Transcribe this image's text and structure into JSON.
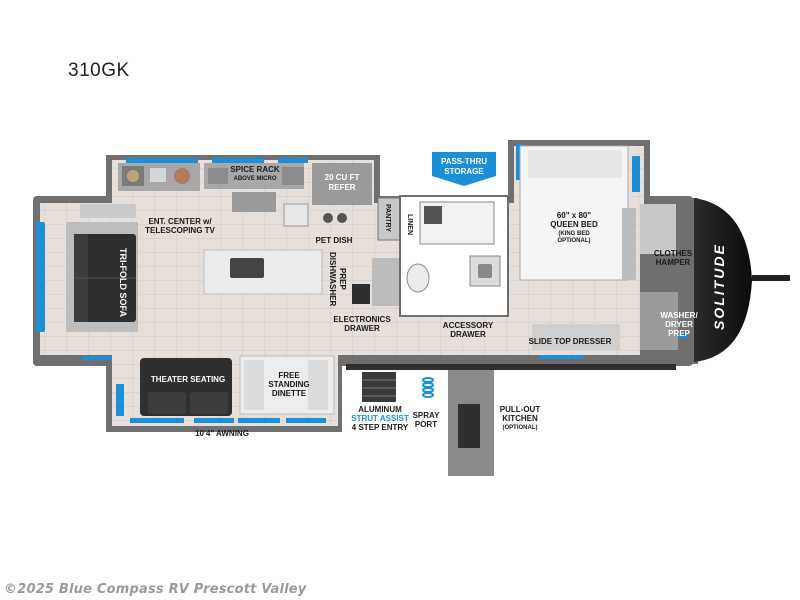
{
  "model": "310GK",
  "labels": {
    "pass_thru_storage_line1": "PASS-THRU",
    "pass_thru_storage_line2": "STORAGE",
    "spice_rack_line1": "SPICE RACK",
    "spice_rack_line2": "ABOVE MICRO",
    "refer_line1": "20 CU FT",
    "refer_line2": "REFER",
    "ent_center_line1": "ENT. CENTER w/",
    "ent_center_line2": "TELESCOPING TV",
    "pet_dish": "PET DISH",
    "pantry": "PANTRY",
    "linen": "LINEN",
    "dishwasher_line1": "DISHWASHER",
    "dishwasher_line2": "PREP",
    "electronics_line1": "ELECTRONICS",
    "electronics_line2": "DRAWER",
    "accessory_line1": "ACCESSORY",
    "accessory_line2": "DRAWER",
    "queen_bed_line1": "60\" x 80\"",
    "queen_bed_line2": "QUEEN BED",
    "queen_bed_line3": "(KING BED",
    "queen_bed_line4": "OPTIONAL)",
    "clothes_hamper_line1": "CLOTHES",
    "clothes_hamper_line2": "HAMPER",
    "washer_dryer_line1": "WASHER/",
    "washer_dryer_line2": "DRYER",
    "washer_dryer_line3": "PREP",
    "slide_top_dresser": "SLIDE TOP DRESSER",
    "tri_fold_sofa": "TRI-FOLD SOFA",
    "theater_seating": "THEATER SEATING",
    "dinette_line1": "FREE",
    "dinette_line2": "STANDING",
    "dinette_line3": "DINETTE",
    "awning": "10'4\" AWNING",
    "entry_line1": "ALUMINUM",
    "entry_line2": "STRUT ASSIST",
    "entry_line3": "4 STEP ENTRY",
    "spray_port_line1": "SPRAY",
    "spray_port_line2": "PORT",
    "pullout_line1": "PULL-OUT",
    "pullout_line2": "KITCHEN",
    "pullout_line3": "(OPTIONAL)",
    "brand": "SOLITUDE"
  },
  "watermark": "©2025 Blue Compass RV Prescott Valley",
  "colors": {
    "wall": "#6f6f6f",
    "floor": "#e3dbd6",
    "window": "#1c8fd6",
    "cabinet": "#a8a8a8",
    "dark_furniture": "#2f2f2f",
    "storage_banner": "#1c8fd6"
  }
}
